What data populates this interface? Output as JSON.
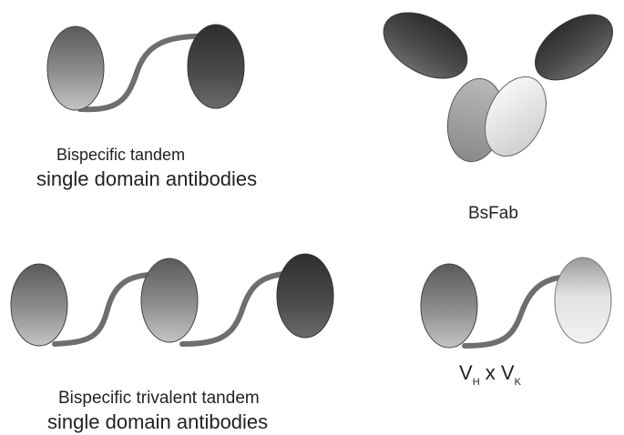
{
  "panels": {
    "tandem": {
      "caption_line1": "Bispecific tandem",
      "caption_line2": "single domain antibodies"
    },
    "bsfab": {
      "caption": "BsFab"
    },
    "trivalent": {
      "caption_line1": "Bispecific trivalent tandem",
      "caption_line2": "single domain antibodies"
    },
    "vhvk": {
      "v1": "V",
      "sub1": "H",
      "times": " x ",
      "v2": "V",
      "sub2": "K"
    }
  },
  "colors": {
    "dark_domain": "#4a4a4a",
    "medium_domain": "#8a8a8a",
    "light_domain": "#d8d8d8",
    "linker": "#6e6e6e",
    "text": "#222222"
  }
}
